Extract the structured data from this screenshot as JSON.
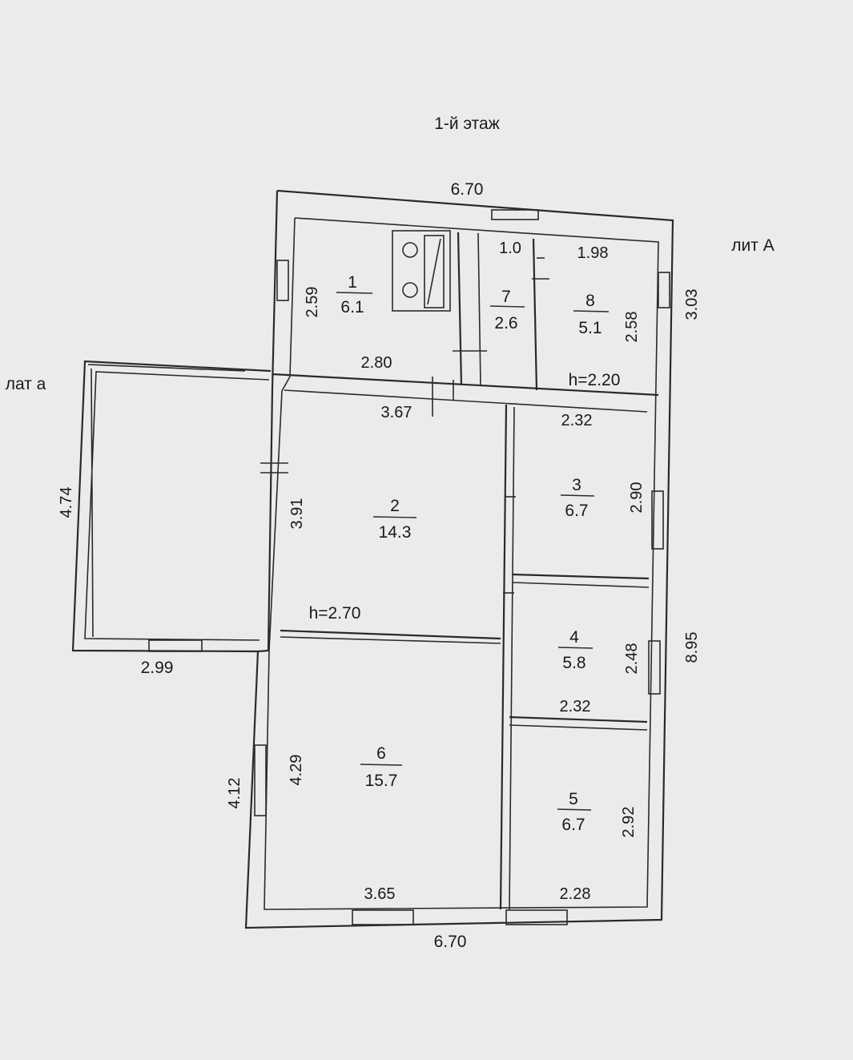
{
  "floor_title": "1-й этаж",
  "labels": {
    "lit_A": "лит А",
    "lit_a": "лат а",
    "height_top": "h=2.20",
    "height_main": "h=2.70"
  },
  "rooms": [
    {
      "num": "1",
      "area": "6.1"
    },
    {
      "num": "2",
      "area": "14.3"
    },
    {
      "num": "3",
      "area": "6.7"
    },
    {
      "num": "4",
      "area": "5.8"
    },
    {
      "num": "5",
      "area": "6.7"
    },
    {
      "num": "6",
      "area": "15.7"
    },
    {
      "num": "7",
      "area": "2.6"
    },
    {
      "num": "8",
      "area": "5.1"
    }
  ],
  "dimensions": {
    "top_width": "6.70",
    "bottom_width": "6.70",
    "right_top": "3.03",
    "right_total": "8.95",
    "room1_height": "2.59",
    "room1_width": "2.80",
    "room7_width": "1.0",
    "room8_width": "1.98",
    "room8_height": "2.58",
    "room2_width": "3.67",
    "room2_height": "3.91",
    "room3_width": "2.32",
    "room3_height": "2.90",
    "room4_width": "2.32",
    "room4_height": "2.48",
    "room5_width": "2.28",
    "room5_height": "2.92",
    "room6_width": "3.65",
    "room6_height": "4.29",
    "left_lower": "4.12",
    "veranda_height": "4.74",
    "veranda_width": "2.99"
  }
}
